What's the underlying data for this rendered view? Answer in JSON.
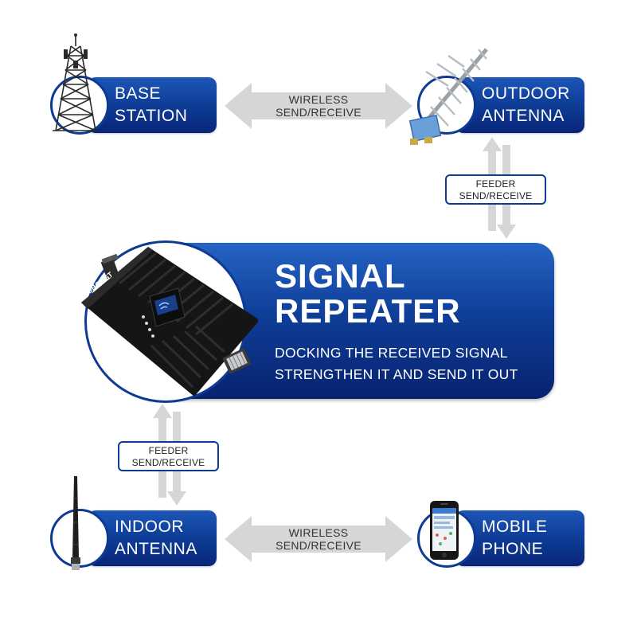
{
  "nodes": {
    "base_station": {
      "line1": "BASE",
      "line2": "STATION"
    },
    "outdoor_antenna": {
      "line1": "OUTDOOR",
      "line2": "ANTENNA"
    },
    "indoor_antenna": {
      "line1": "INDOOR",
      "line2": "ANTENNA"
    },
    "mobile_phone": {
      "line1": "MOBILE",
      "line2": "PHONE"
    }
  },
  "links": {
    "wireless_top": {
      "line1": "WIRELESS",
      "line2": "SEND/RECEIVE"
    },
    "wireless_bottom": {
      "line1": "WIRELESS",
      "line2": "SEND/RECEIVE"
    },
    "feeder_top": {
      "line1": "FEEDER",
      "line2": "SEND/RECEIVE"
    },
    "feeder_bottom": {
      "line1": "FEEDER",
      "line2": "SEND/RECEIVE"
    }
  },
  "repeater": {
    "title_line1": "SIGNAL",
    "title_line2": "REPEATER",
    "desc_line1": "DOCKING THE RECEIVED SIGNAL",
    "desc_line2": "STRENGTHEN IT AND SEND IT OUT",
    "brand": "GOBOOST"
  },
  "icons": {
    "base_station": "cell-tower-icon",
    "outdoor_antenna": "yagi-antenna-icon",
    "indoor_antenna": "whip-antenna-icon",
    "mobile_phone": "smartphone-icon",
    "repeater": "signal-repeater-device-icon"
  },
  "colors": {
    "pill_blue": "#0f3f99",
    "pill_blue_dark": "#08257a",
    "border_blue": "#0d3a93",
    "arrow_gray": "#d6d6d6"
  }
}
